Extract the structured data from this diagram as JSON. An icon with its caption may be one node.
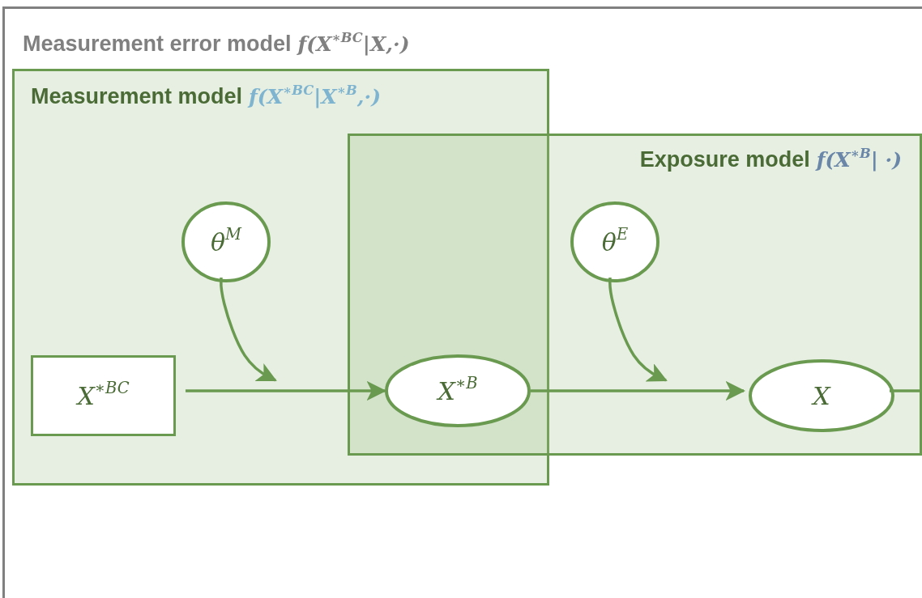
{
  "diagram": {
    "nodes": [
      {
        "text": [
          "Measurement error model",
          "f(X$^{∗BC}$|X,·)"
        ]
      },
      {
        "text": [
          "Measurement model",
          "f(X$^{∗BC}$|X$^{∗B}$,·)"
        ],
        "in": 0
      },
      {
        "text": [
          "Exposure model",
          "f(X$^{∗B}$| ·)"
        ],
        "in": 0
      },
      {
        "text": [
          "θ$^{M}$"
        ],
        "in": 1
      },
      {
        "text": [
          "X$^{∗BC}$"
        ],
        "in": 1
      },
      {
        "text": [
          "X$^{∗B}$"
        ]
      },
      {
        "text": [
          "θ$^{E}$"
        ],
        "in": 2
      },
      {
        "text": [
          "X"
        ],
        "in": 2
      }
    ],
    "edges": [
      {
        "from": 4,
        "to": 5,
        "arrow": "to"
      },
      {
        "from": 3,
        "to": null,
        "arrow": "to"
      },
      {
        "from": 5,
        "to": 7,
        "arrow": "to"
      },
      {
        "from": 6,
        "to": null,
        "arrow": "to"
      },
      {
        "from": 7,
        "to": null,
        "arrow": "none"
      }
    ]
  }
}
